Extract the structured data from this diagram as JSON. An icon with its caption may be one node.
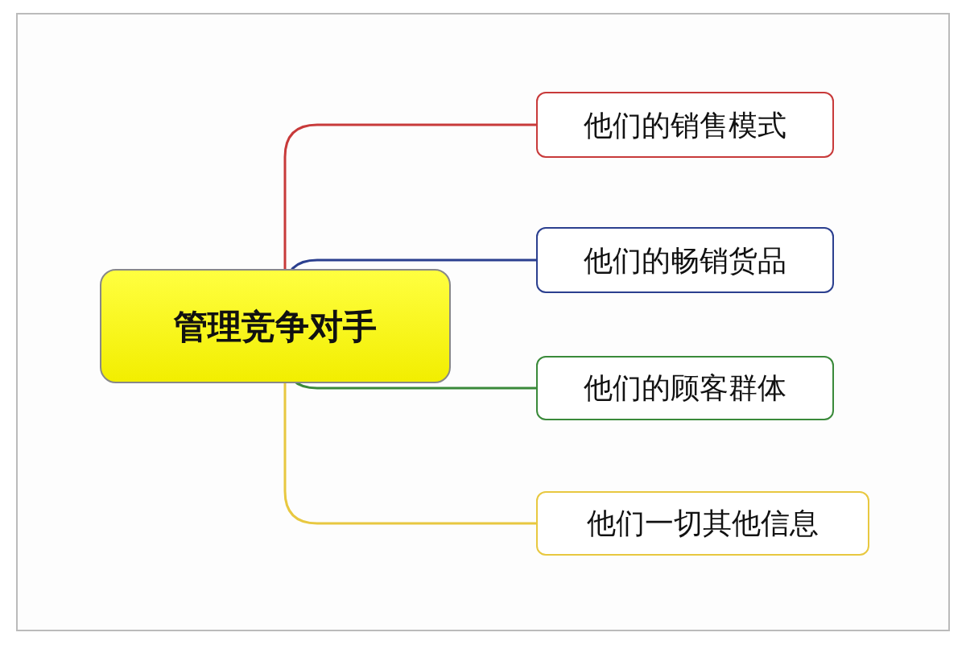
{
  "diagram": {
    "nodes": [
      {
        "text": [
          "管理竞争对手"
        ]
      },
      {
        "text": [
          "他们的销售模式"
        ]
      },
      {
        "text": [
          "他们的畅销货品"
        ]
      },
      {
        "text": [
          "他们的顾客群体"
        ]
      },
      {
        "text": [
          "他们一切其他信息"
        ]
      }
    ],
    "edges": [
      {
        "from": 0,
        "to": 1,
        "arrow": "none",
        "color": "#c83a3a"
      },
      {
        "from": 0,
        "to": 2,
        "arrow": "none",
        "color": "#2b3f8f"
      },
      {
        "from": 0,
        "to": 3,
        "arrow": "none",
        "color": "#3a8a3a"
      },
      {
        "from": 0,
        "to": 4,
        "arrow": "none",
        "color": "#e8c840"
      }
    ]
  }
}
